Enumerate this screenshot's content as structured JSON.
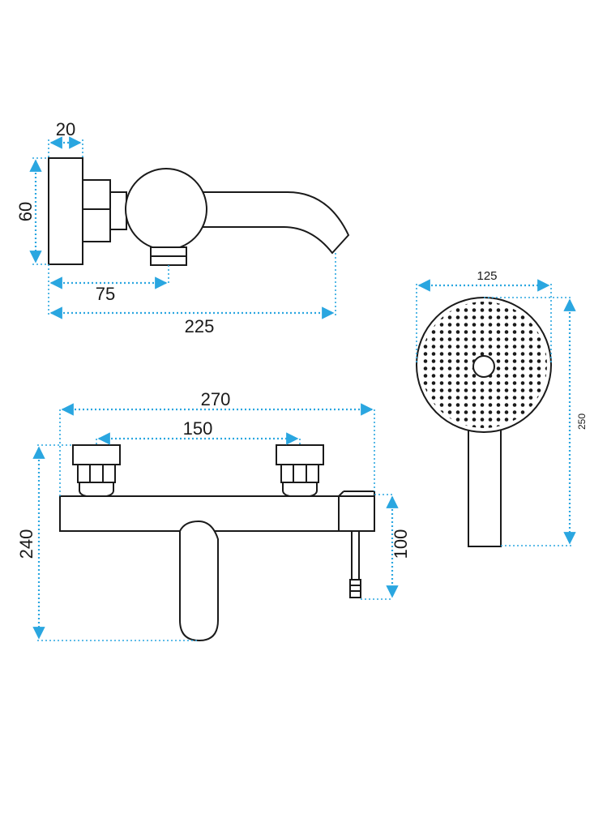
{
  "colors": {
    "dimension": "#2aa6e0",
    "outline": "#1a1a1a",
    "background": "#ffffff"
  },
  "side_view": {
    "depth": "20",
    "height": "60",
    "outlet_offset": "75",
    "projection": "225"
  },
  "front_view": {
    "overall_width": "270",
    "inlet_spacing": "150",
    "total_height": "240",
    "lever_height": "100"
  },
  "hand_shower": {
    "diameter": "125",
    "length": "250"
  }
}
